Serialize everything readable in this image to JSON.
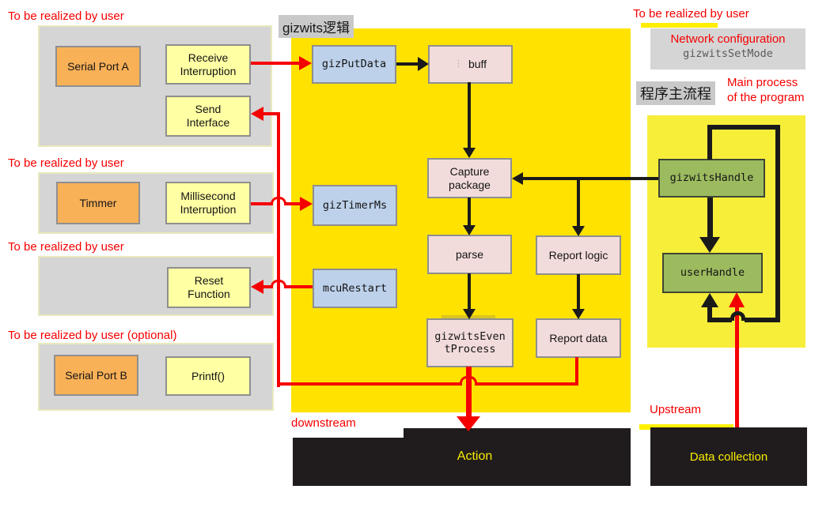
{
  "panels": [
    {
      "label": "To be realized by user",
      "serial": "Serial Port A",
      "receive": "Receive Interruption",
      "send": "Send Interface"
    },
    {
      "label": "To be realized by user",
      "timer": "Timmer",
      "millisecond": "Millisecond Interruption"
    },
    {
      "label": "To be realized by user",
      "reset": "Reset Function"
    },
    {
      "label": "To be realized by user (optional)",
      "serial_b": "Serial Port B",
      "printf": "Printf()"
    }
  ],
  "sdk": {
    "title": "gizwits逻辑",
    "giz_put_data": "gizPutData",
    "buff_prefix": "⋮",
    "buff": "buff",
    "giz_timer_ms": "gizTimerMs",
    "mcu_restart": "mcuRestart",
    "capture_package": "Capture package",
    "parse": "parse",
    "gizwits_event_process": "gizwitsEventProcess",
    "report_logic": "Report logic",
    "report_data": "Report data"
  },
  "right": {
    "realized_label": "To be realized by user",
    "network_configuration": "Network configuration",
    "gizwits_set_mode": "gizwitsSetMode",
    "main_flow_title": "程序主流程",
    "main_process_line1": "Main process",
    "main_process_line2": "of the program",
    "gizwits_handle": "gizwitsHandle",
    "user_handle": "userHandle"
  },
  "bottom": {
    "downstream": "downstream",
    "action": "Action",
    "upstream": "Upstream",
    "data_collection": "Data collection"
  },
  "colors": {
    "sdk_background": "#ffe200",
    "main_process_background": "#f7ee3a",
    "panel_gray": "#d5d5d5",
    "accent_red": "#f50000",
    "orange_box": "#f9b158",
    "yellow_box": "#ffffa4",
    "blue_box": "#bdd1ea",
    "pink_box": "#f2dcdb",
    "green_box": "#9cbb5f",
    "black_box": "#201c1d",
    "black_box_text": "#f8ec00"
  }
}
